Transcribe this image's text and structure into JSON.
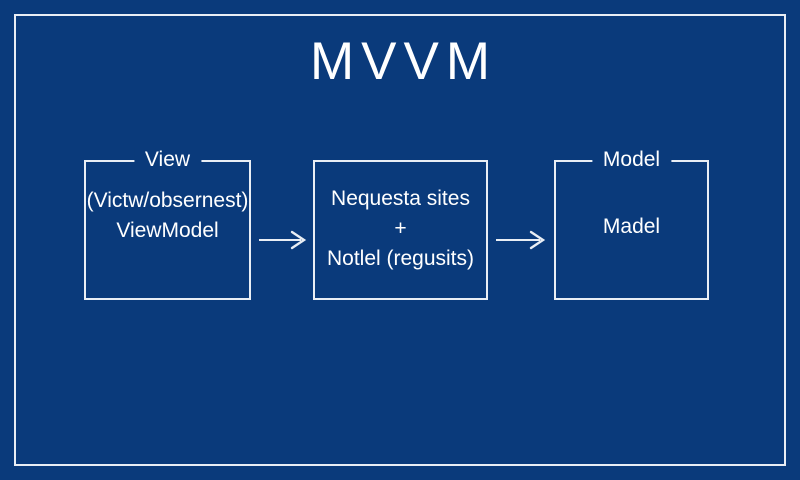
{
  "slide": {
    "title": "MVVM",
    "background_color": "#0a3a7b",
    "line_color": "#e9eef5",
    "text_color": "#ffffff"
  },
  "diagram": {
    "type": "flow",
    "nodes": [
      {
        "id": "view",
        "border_label": "View",
        "lines": [
          "(Victw/obsernest)",
          "ViewModel"
        ]
      },
      {
        "id": "viewmodel",
        "border_label": "",
        "lines": [
          "Nequesta sites",
          "+",
          "Notlel (regusits)"
        ]
      },
      {
        "id": "model",
        "border_label": "Model",
        "lines": [
          "Madel"
        ]
      }
    ],
    "connectors": [
      {
        "id": "arrow-1",
        "from": "view",
        "to": "viewmodel",
        "glyph": "arrow-right"
      },
      {
        "id": "arrow-2",
        "from": "viewmodel",
        "to": "model",
        "glyph": "arrow-right"
      }
    ]
  }
}
